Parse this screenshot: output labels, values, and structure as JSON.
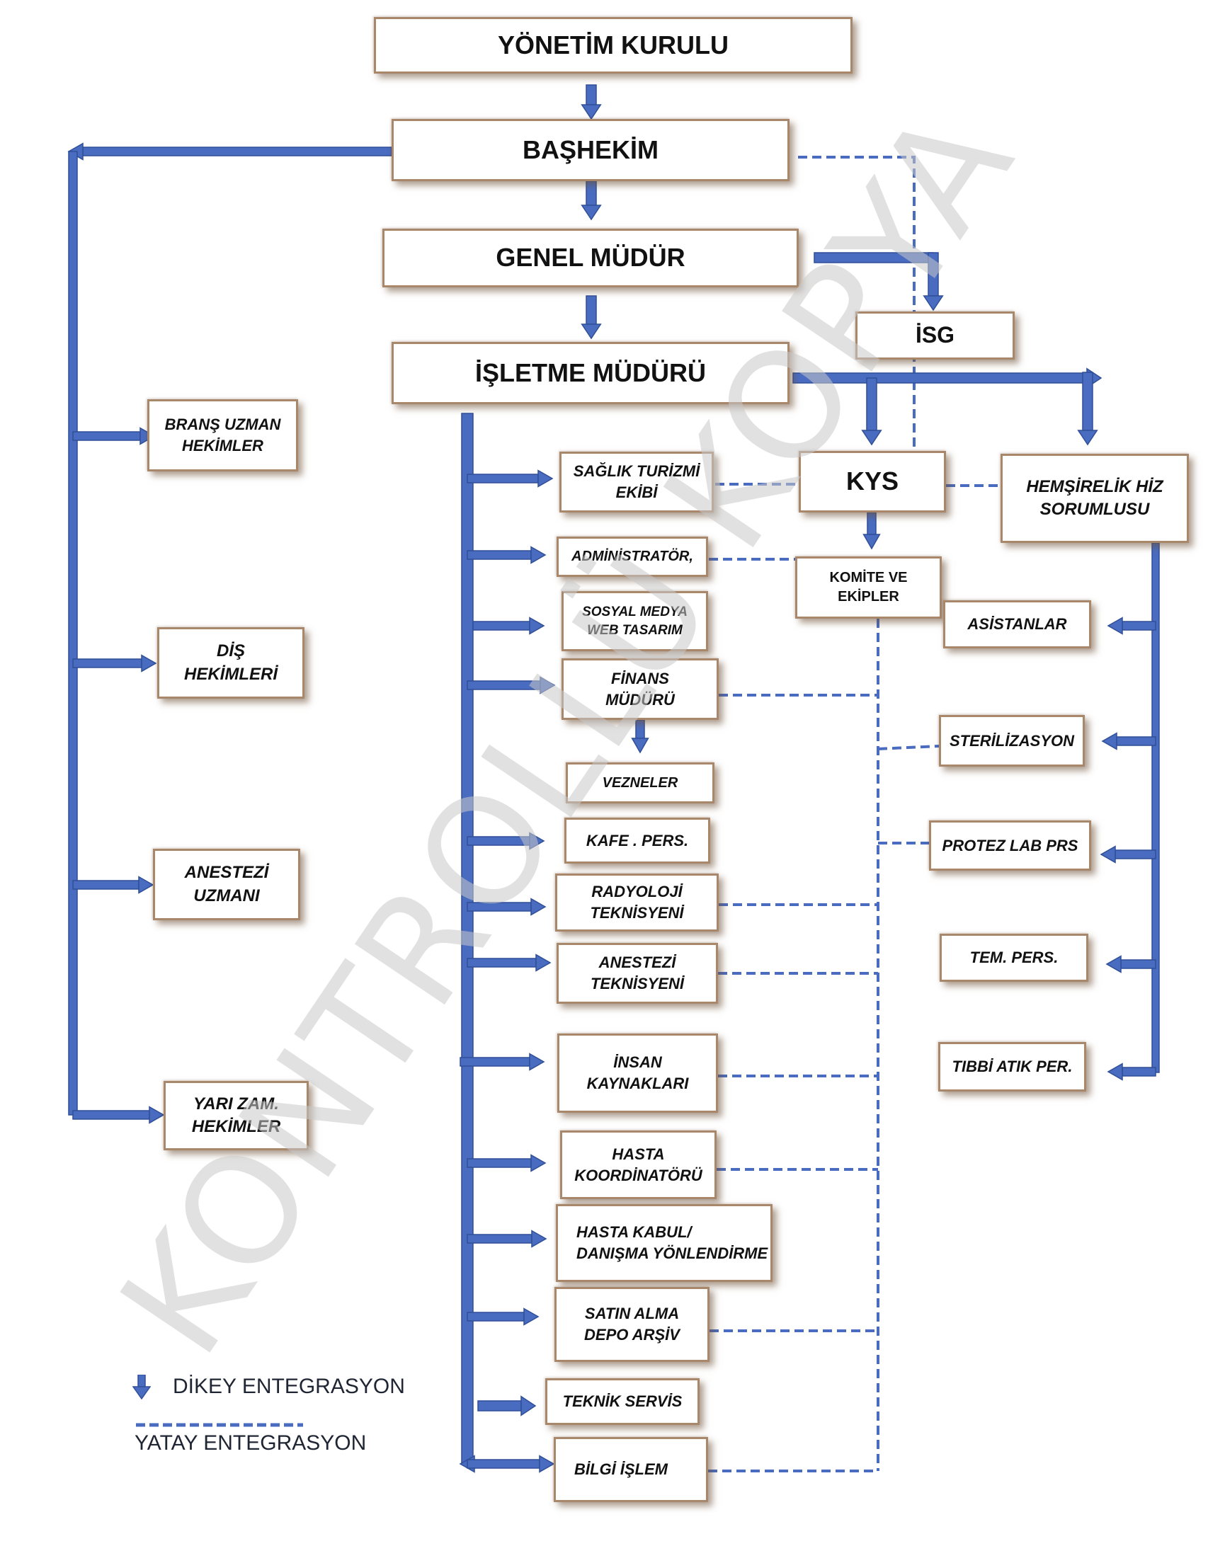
{
  "nodes": {
    "yonetim": "YÖNETİM KURULU",
    "bashekim": "BAŞHEKİM",
    "genel": "GENEL MÜDÜR",
    "isletme": "İŞLETME MÜDÜRÜ",
    "isg": "İSG",
    "kys": "KYS",
    "hemsirelik": "HEMŞİRELİK HİZ\nSORUMLUSU",
    "komite": "KOMİTE VE\nEKİPLER",
    "brans": "BRANŞ UZMAN\nHEKİMLER",
    "dis": "DİŞ\nHEKİMLERİ",
    "anestezi_uzmani": "ANESTEZİ\nUZMANI",
    "yari_zam": "YARI ZAM.\nHEKİMLER",
    "saglik_turizmi": "SAĞLIK TURİZMİ\nEKİBİ",
    "administrator": "ADMİNİSTRATÖR,",
    "sosyal_medya": "SOSYAL MEDYA\nWEB TASARIM",
    "finans": "FİNANS\nMÜDÜRÜ",
    "vezneler": "VEZNELER",
    "kafe": "KAFE . PERS.",
    "radyoloji": "RADYOLOJİ\nTEKNİSYENİ",
    "anestezi_tek": "ANESTEZİ\nTEKNİSYENİ",
    "insan": "İNSAN\nKAYNAKLARI",
    "hasta_koord": "HASTA\nKOORDİNATÖRÜ",
    "hasta_kabul": "HASTA KABUL/\nDANIŞMA YÖNLENDİRME",
    "satin_alma": "SATIN ALMA\nDEPO ARŞİV",
    "teknik": "TEKNİK SERVİS",
    "bilgi": "BİLGİ İŞLEM",
    "asistanlar": "ASİSTANLAR",
    "sterilizasyon": "STERİLİZASYON",
    "protez": "PROTEZ LAB PRS",
    "tem": "TEM. PERS.",
    "tibbi": "TIBBİ ATIK PER."
  },
  "legend": {
    "vertical": "DİKEY ENTEGRASYON",
    "horizontal": "YATAY ENTEGRASYON"
  },
  "watermark": "KONTROLLÜ KOPYA",
  "colors": {
    "connector": "#4a6cc0",
    "connector_outline": "#2f4f97",
    "node_border": "#a9876b",
    "dashed": "#4a6cc0",
    "watermark": "#c8c8c8"
  },
  "icons": {
    "legend_vertical": "down-arrow-icon",
    "legend_horizontal": "dashed-line-icon"
  }
}
